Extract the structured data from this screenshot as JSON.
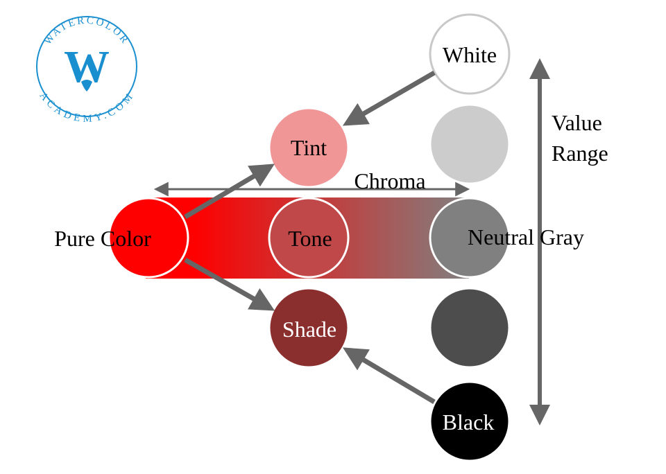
{
  "logo": {
    "ring_text_top": "WATERCOLOR",
    "ring_text_bottom": "ACADEMY.COM",
    "monogram": "W",
    "color": "#1a8fd0"
  },
  "nodes": {
    "pure_color": {
      "label": "Pure Color",
      "fill": "#fe0000"
    },
    "tint": {
      "label": "Tint",
      "fill": "#f09696"
    },
    "tone": {
      "label": "Tone",
      "fill": "#c04848"
    },
    "shade": {
      "label": "Shade",
      "fill": "#8b2e2e"
    },
    "white": {
      "label": "White",
      "fill": "#ffffff"
    },
    "light_gray": {
      "label": "",
      "fill": "#cccccc"
    },
    "neutral_gray": {
      "label": "Neutral Gray",
      "fill": "#808080"
    },
    "dark_gray": {
      "label": "",
      "fill": "#4d4d4d"
    },
    "black": {
      "label": "Black",
      "fill": "#000000"
    }
  },
  "chroma_label": "Chroma",
  "value_range_label": {
    "line1": "Value",
    "line2": "Range"
  },
  "colors": {
    "arrow": "#666666",
    "gradient_start": "#fe0000",
    "gradient_end": "#808080"
  }
}
